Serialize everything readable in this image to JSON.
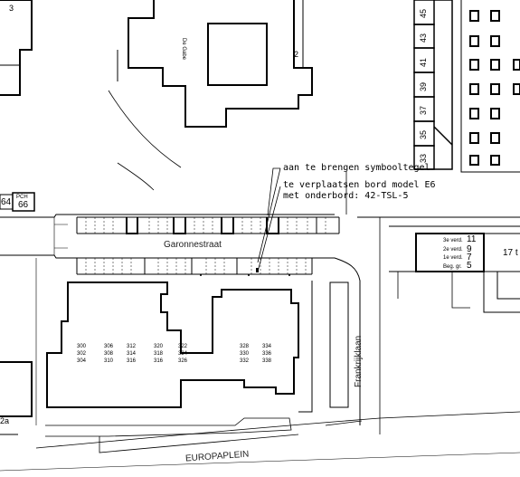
{
  "annotations": {
    "symbol_tile": "aan te brengen symbooltegel",
    "sign_move_line1": "te verplaatsen bord model E6",
    "sign_move_line2": "met onderbord: 42-TSL-5"
  },
  "streets": {
    "garonnestraat": "Garonnestraat",
    "frankrijklaan": "Frankrijklaan",
    "europaplein": "EUROPAPLEIN"
  },
  "house_numbers_right": [
    "45",
    "43",
    "41",
    "39",
    "37",
    "35",
    "33"
  ],
  "top_left_number": "3",
  "building_number": "2",
  "building_label": "De Gabe",
  "left_boxes": [
    "64",
    "66"
  ],
  "left_box_tiny": "PCH",
  "bottom_left_label": "2a",
  "legend_box": {
    "rows": [
      {
        "label": "3e verd.",
        "value": "11"
      },
      {
        "label": "2e verd.",
        "value": "9"
      },
      {
        "label": "1e verd.",
        "value": "7"
      },
      {
        "label": "Beg. gr.",
        "value": "5"
      }
    ],
    "right_label": "17 t"
  },
  "block_number_columns": [
    [
      "300",
      "302",
      "304"
    ],
    [
      "306",
      "308",
      "310"
    ],
    [
      "312",
      "314",
      "316"
    ],
    [
      "320",
      "318",
      "316"
    ],
    [
      "322",
      "324",
      "326"
    ],
    [
      "328",
      "330",
      "332"
    ],
    [
      "334",
      "336",
      "338"
    ]
  ]
}
